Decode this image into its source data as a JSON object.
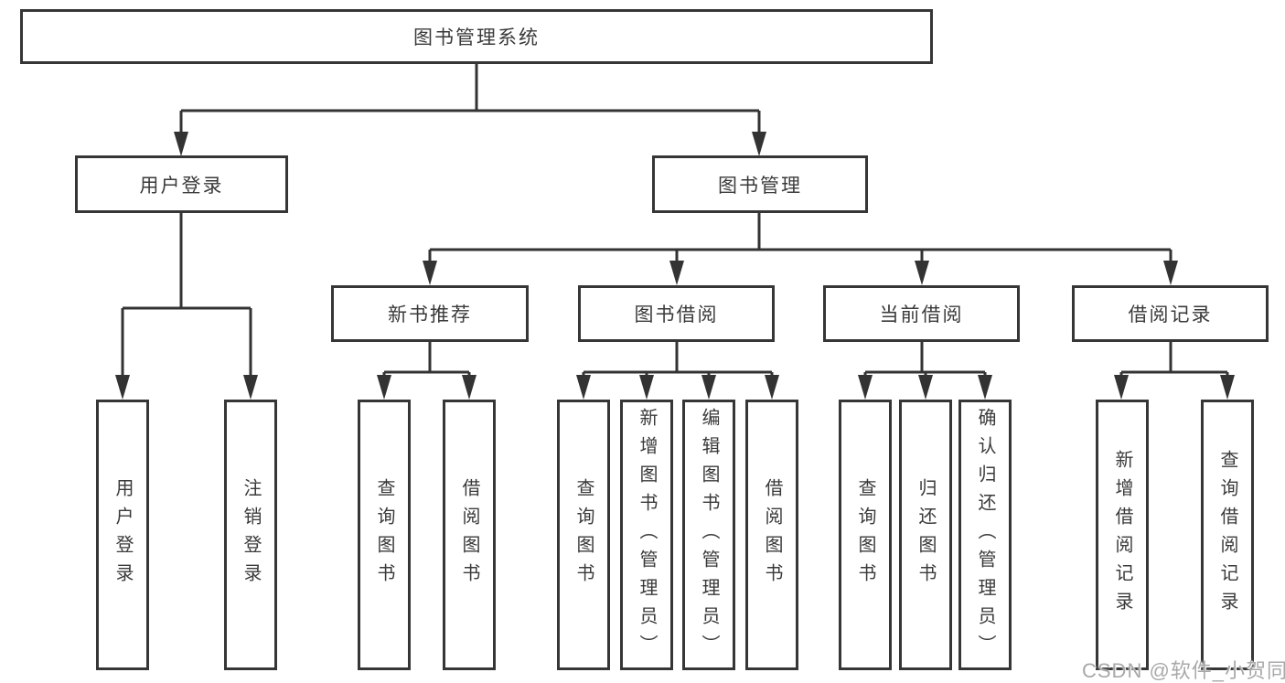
{
  "diagram": {
    "root": {
      "label": "图书管理系统"
    },
    "level2": [
      {
        "label": "用户登录"
      },
      {
        "label": "图书管理"
      }
    ],
    "level3": [
      {
        "label": "新书推荐"
      },
      {
        "label": "图书借阅"
      },
      {
        "label": "当前借阅"
      },
      {
        "label": "借阅记录"
      }
    ],
    "level4": [
      {
        "label": "用户登录"
      },
      {
        "label": "注销登录"
      },
      {
        "label": "查询图书"
      },
      {
        "label": "借阅图书"
      },
      {
        "label": "查询图书"
      },
      {
        "label": "新增图书（管理员）"
      },
      {
        "label": "编辑图书（管理员）"
      },
      {
        "label": "借阅图书"
      },
      {
        "label": "查询图书"
      },
      {
        "label": "归还图书"
      },
      {
        "label": "确认归还（管理员）"
      },
      {
        "label": "新增借阅记录"
      },
      {
        "label": "查询借阅记录"
      }
    ]
  },
  "watermark": {
    "text": "CSDN @软件_小贺同学"
  },
  "colors": {
    "line": "#333333",
    "box_border": "#363636",
    "text": "#3a3a3a",
    "background": "#ffffff",
    "watermark": "#a9a9a9"
  }
}
